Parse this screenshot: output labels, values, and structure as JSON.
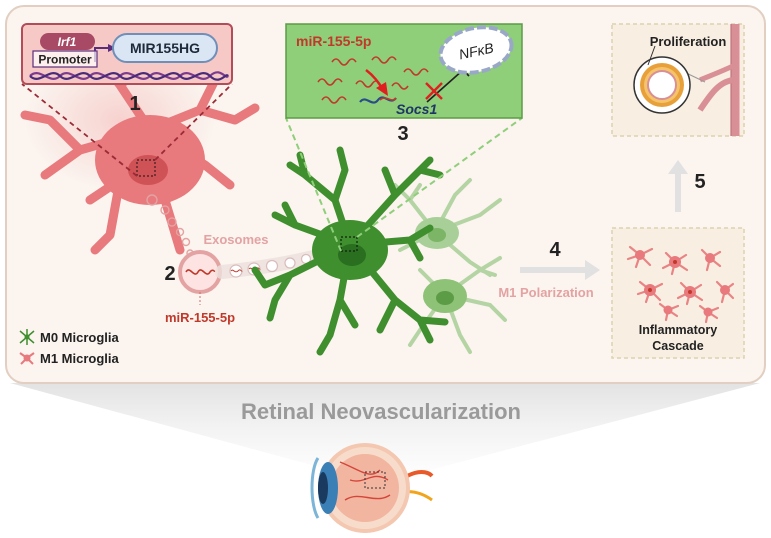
{
  "steps": {
    "one": "1",
    "two": "2",
    "three": "3",
    "four": "4",
    "five": "5"
  },
  "gene_panel": {
    "tf_label": "Irf1",
    "promoter_label": "Promoter",
    "gene_label": "MIR155HG"
  },
  "mirna_panel": {
    "mirna_label": "miR-155-5p",
    "target_label": "Socs1",
    "nfkb_label": "NFκB"
  },
  "exosome": {
    "exosomes_label": "Exosomes",
    "cargo_label": "miR-155-5p"
  },
  "legend": {
    "m0_label": "M0 Microglia",
    "m1_label": "M1 Microglia"
  },
  "polarization_label": "M1 Polarization",
  "cascade_label_line1": "Inflammatory",
  "cascade_label_line2": "Cascade",
  "proliferation_label": "Proliferation",
  "title": "Retinal Neovascularization",
  "colors": {
    "m1_pink": "#e8797c",
    "m0_green": "#3f8f2e",
    "mirna_red": "#c0392b",
    "panel_green": "#8fcf7a",
    "panel_pink": "#f7c9c6",
    "bg_cream": "#fbf4ef"
  }
}
